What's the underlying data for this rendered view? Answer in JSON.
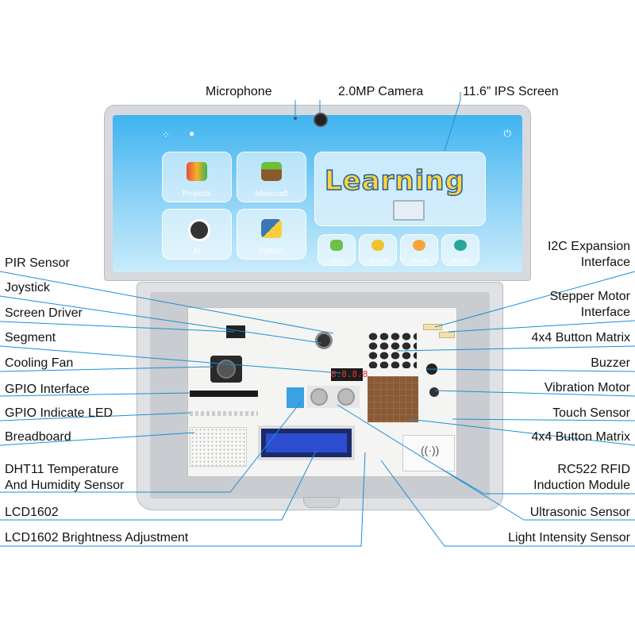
{
  "labels": {
    "top": {
      "microphone": "Microphone",
      "camera": "2.0MP Camera",
      "screen": "11.6” IPS Screen"
    },
    "left": [
      "PIR Sensor",
      "Joystick",
      "Screen Driver",
      "Segment",
      "Cooling Fan",
      "GPIO Interface",
      "GPIO Indicate LED",
      "Breadboard",
      "DHT11 Temperature",
      "And Humidity Sensor",
      "LCD1602",
      "LCD1602 Brightness Adjustment"
    ],
    "right": [
      "I2C Expansion",
      "Interface",
      "Stepper Motor",
      "Interface",
      "4x4 Button Matrix",
      "Buzzer",
      "Vibration Motor",
      "Touch Sensor",
      "4x4 Button Matrix",
      "RC522 RFID",
      "Induction Module",
      "Ultrasonic Sensor",
      "Light Intensity Sensor"
    ]
  },
  "screen_ui": {
    "banner": "Learning",
    "tiles": [
      "Projects",
      "Minecraft",
      "AI",
      "Python"
    ],
    "small_tiles": [
      "Game",
      "Microbit",
      "Scratch",
      "Arduino"
    ]
  },
  "colors": {
    "screen_top": "#3fb4f0",
    "leader_line": "#1c8fd6",
    "banner_text": "#ffd23c"
  }
}
